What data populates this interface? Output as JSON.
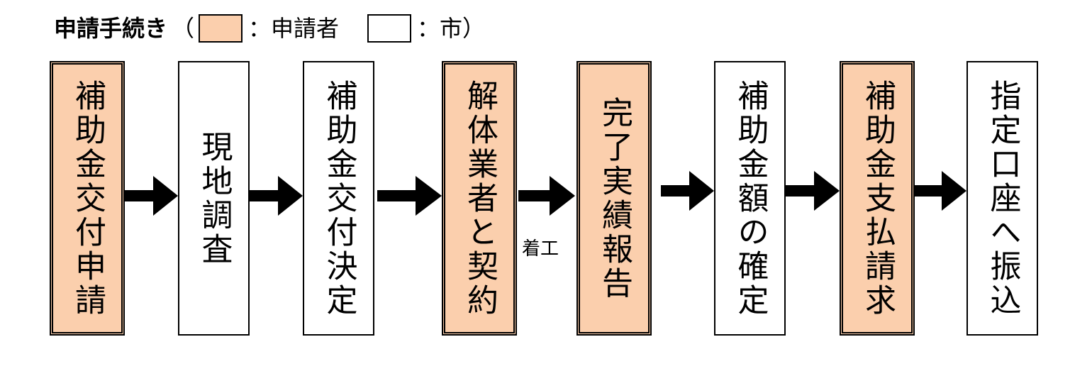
{
  "header": {
    "title": "申請手続き",
    "open_paren": "（",
    "applicant_legend": "：申請者",
    "city_legend": "：市）"
  },
  "colors": {
    "applicant_fill": "#fbcfad",
    "city_fill": "#ffffff"
  },
  "steps": [
    {
      "label": "補助金交付申請",
      "actor": "applicant"
    },
    {
      "label": "現地調査",
      "actor": "city"
    },
    {
      "label": "補助金交付決定",
      "actor": "city"
    },
    {
      "label": "解体業者と契約",
      "actor": "applicant"
    },
    {
      "label": "完了実績報告",
      "actor": "applicant"
    },
    {
      "label": "補助金額の確定",
      "actor": "city"
    },
    {
      "label": "補助金支払請求",
      "actor": "applicant"
    },
    {
      "label": "指定口座へ振込",
      "actor": "city"
    }
  ],
  "arrow_note": "着工"
}
